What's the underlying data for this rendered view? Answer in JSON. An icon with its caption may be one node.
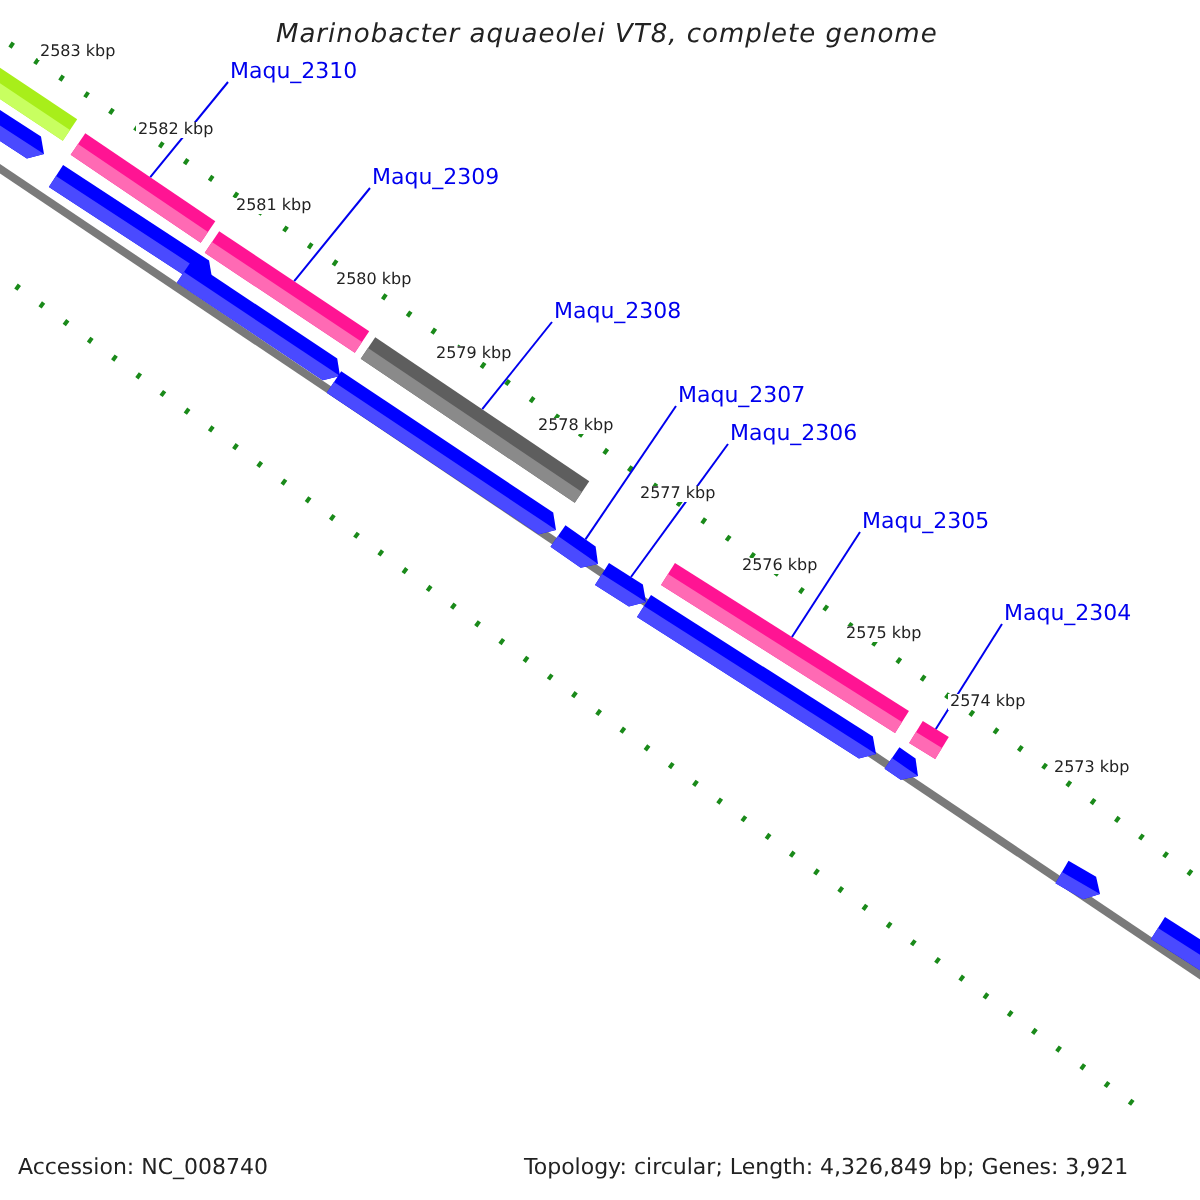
{
  "diagram": {
    "title": "Marinobacter aquaeolei VT8, complete genome",
    "nodes": [
      {
        "text": [
          "Maqu_2310"
        ]
      },
      {
        "text": [
          "Maqu_2309"
        ]
      },
      {
        "text": [
          "Maqu_2308"
        ]
      },
      {
        "text": [
          "Maqu_2307"
        ]
      },
      {
        "text": [
          "Maqu_2306"
        ]
      },
      {
        "text": [
          "Maqu_2305"
        ]
      },
      {
        "text": [
          "Maqu_2304"
        ]
      },
      {
        "text": [],
        "shape": "bar"
      },
      {
        "text": [],
        "shape": "bar"
      },
      {
        "text": [],
        "shape": "bar"
      },
      {
        "text": [],
        "shape": "bar"
      },
      {
        "text": [],
        "shape": "bar"
      },
      {
        "text": [],
        "shape": "bar"
      },
      {
        "text": [],
        "shape": "bar"
      },
      {
        "text": [],
        "shape": "bar"
      },
      {
        "text": [],
        "shape": "bar"
      },
      {
        "text": [],
        "shape": "bar"
      },
      {
        "text": [],
        "shape": "bar"
      },
      {
        "text": [],
        "shape": "bar"
      },
      {
        "text": [],
        "shape": "bar"
      },
      {
        "text": [],
        "shape": "bar"
      },
      {
        "text": [],
        "shape": "bar"
      },
      {
        "text": [],
        "shape": "bar"
      }
    ],
    "edges": [
      {
        "from": 0,
        "to": 9,
        "arrow": "none"
      },
      {
        "from": 1,
        "to": 12,
        "arrow": "none"
      },
      {
        "from": 2,
        "to": 13,
        "arrow": "none"
      },
      {
        "from": 3,
        "to": 15,
        "arrow": "none"
      },
      {
        "from": 4,
        "to": 16,
        "arrow": "none"
      },
      {
        "from": 5,
        "to": 17,
        "arrow": "none"
      },
      {
        "from": 6,
        "to": 19,
        "arrow": "none"
      }
    ],
    "labels": [
      "2583 kbp",
      "2582 kbp",
      "2581 kbp",
      "2580 kbp",
      "2579 kbp",
      "2578 kbp",
      "2577 kbp",
      "2576 kbp",
      "2575 kbp",
      "2574 kbp",
      "2573 kbp",
      "Accession: NC_008740",
      "Topology: circular; Length: 4,326,849 bp; Genes: 3,921"
    ]
  }
}
